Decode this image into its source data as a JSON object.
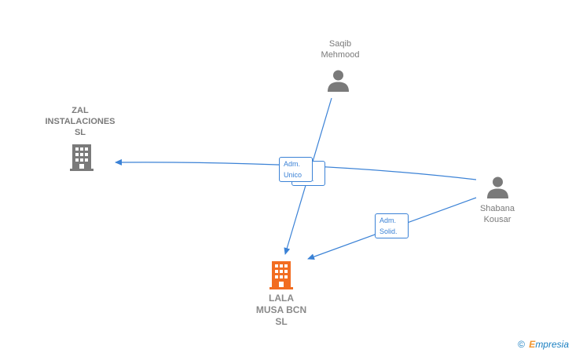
{
  "nodes": {
    "saqib": {
      "label": "Saqib\nMehmood",
      "type": "person"
    },
    "zal": {
      "label": "ZAL\nINSTALACIONES\nSL",
      "type": "company"
    },
    "shabana": {
      "label": "Shabana\nKousar",
      "type": "person"
    },
    "lala": {
      "label": "LALA\nMUSA BCN\nSL",
      "type": "company-main"
    }
  },
  "edges": {
    "zal_rel": {
      "label": "Adm.\nUnico"
    },
    "saqib_rel": {
      "label": "Adm.\nSolid."
    },
    "shabana_rel": {
      "label": "Adm.\nSolid."
    }
  },
  "colors": {
    "edge": "#3b82d6",
    "person_icon": "#7a7a7a",
    "company_icon": "#7a7a7a",
    "main_company_icon": "#f26d21"
  },
  "watermark": {
    "copyright": "©",
    "brand_e": "E",
    "brand_rest": "mpresia"
  }
}
